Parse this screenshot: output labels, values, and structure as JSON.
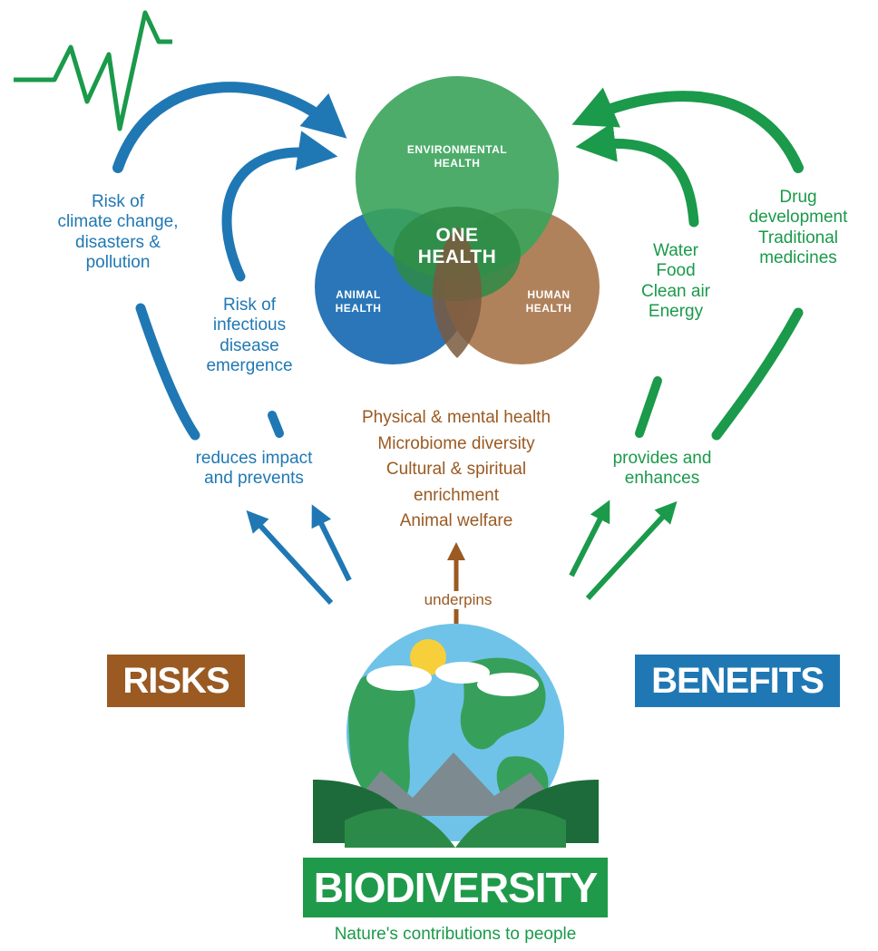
{
  "colors": {
    "blue": "#1f78b4",
    "green": "#1a9a4a",
    "brown": "#9a5a22",
    "environmental_circle": "#3aa35a",
    "animal_circle": "#1f6fb4",
    "human_circle": "#a9774e",
    "biodiversity_box": "#1f9a4a",
    "risks_box": "#9a5a22",
    "benefits_box": "#1f78b4"
  },
  "icons": {
    "heartbeat": "heartbeat-line-icon",
    "earth": "earth-globe-icon"
  },
  "one_health": {
    "center": "ONE\nHEALTH",
    "environmental": "ENVIRONMENTAL\nHEALTH",
    "animal": "ANIMAL\nHEALTH",
    "human": "HUMAN\nHEALTH"
  },
  "risks": {
    "climate": "Risk of\nclimate change,\ndisasters &\npollution",
    "infectious": "Risk of\ninfectious\ndisease\nemergence",
    "reduces": "reduces impact\nand prevents",
    "box": "RISKS"
  },
  "benefits": {
    "drug": "Drug\ndevelopment\nTraditional\nmedicines",
    "resources": "Water\nFood\nClean air\nEnergy",
    "provides": "provides and\nenhances",
    "box": "BENEFITS"
  },
  "health_outcomes": {
    "list": "Physical & mental health\nMicrobiome diversity\nCultural & spiritual\nenrichment\nAnimal welfare",
    "underpins": "underpins"
  },
  "biodiversity": {
    "title": "BIODIVERSITY",
    "subtitle": "Nature's contributions to people"
  }
}
